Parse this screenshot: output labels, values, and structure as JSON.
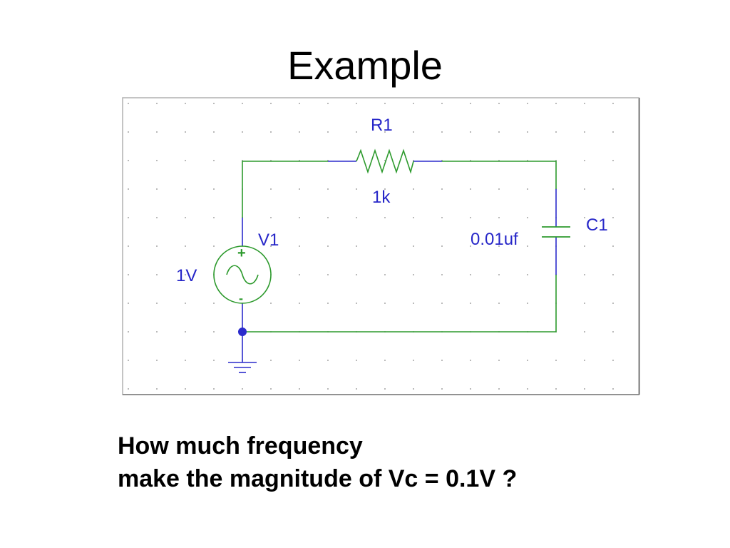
{
  "slide": {
    "title": "Example",
    "question_line1": "How much frequency",
    "question_line2": "make the magnitude of Vc = 0.1V ?"
  },
  "schematic": {
    "resistor": {
      "ref": "R1",
      "value": "1k"
    },
    "capacitor": {
      "ref": "C1",
      "value": "0.01uf"
    },
    "source": {
      "ref": "V1",
      "value": "1V",
      "plus_sign": "+",
      "minus_sign": "-"
    },
    "colors": {
      "wire": "#2d9a2d",
      "pin": "#2b2bcc",
      "label": "#2626c8",
      "grid_dot": "#8a8a8a",
      "frame": "#b0b0b0"
    }
  }
}
